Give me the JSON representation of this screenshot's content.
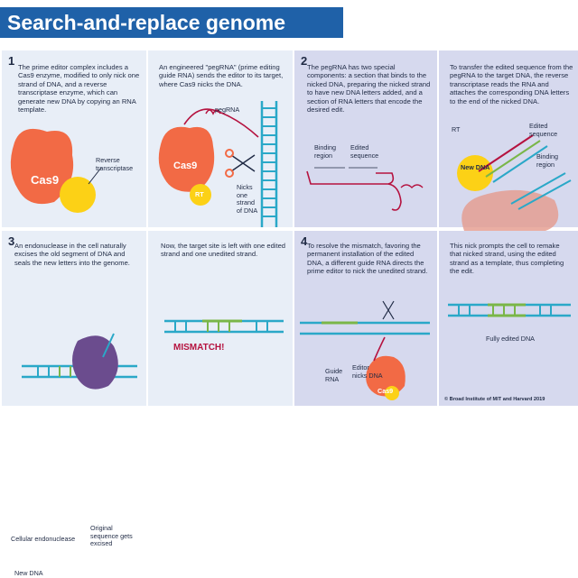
{
  "title": "Search-and-replace genome editing",
  "panels": {
    "p1": {
      "number": "1",
      "text": "The prime editor complex includes a Cas9 enzyme, modified to only nick one strand of DNA, and a reverse transcriptase enzyme, which can generate new DNA by copying an RNA template.",
      "cas9": "Cas9",
      "rt_label": "Reverse transcriptase"
    },
    "p1b": {
      "text": "An engineered \"pegRNA\" (prime editing guide RNA) sends the editor to its target, where Cas9 nicks the DNA.",
      "pegrna": "pegRNA",
      "cas9": "Cas9",
      "rt": "RT",
      "nicks": "Nicks one strand of DNA"
    },
    "p2": {
      "number": "2",
      "text": "The pegRNA has two special components: a section that binds to the nicked DNA, preparing the nicked strand to have new DNA letters added, and a section of RNA letters that encode the desired edit.",
      "binding": "Binding region",
      "edited": "Edited sequence"
    },
    "p2b": {
      "text": "To transfer the edited sequence from the pegRNA to the target DNA, the reverse transcriptase reads the RNA and attaches the corresponding DNA letters to the end of the nicked DNA.",
      "rt": "RT",
      "edited": "Edited sequence",
      "binding": "Binding region",
      "newdna": "New DNA"
    },
    "p3": {
      "number": "3",
      "text": "An endonuclease in the cell naturally excises the old segment of DNA and seals the new letters into the genome.",
      "cellular": "Cellular endonuclease",
      "original": "Original sequence gets excised",
      "newdna": "New DNA"
    },
    "p3b": {
      "text": "Now, the target site is left with one edited strand and one unedited strand.",
      "mismatch": "MISMATCH!"
    },
    "p4": {
      "number": "4",
      "text": "To resolve the mismatch, favoring the permanent installation of the edited DNA, a different guide RNA directs the prime editor to nick the unedited strand.",
      "editor": "Editor nicks DNA",
      "guide": "Guide RNA",
      "cas9": "Cas9"
    },
    "p4b": {
      "text": "This nick prompts the cell to remake that nicked strand, using the edited strand as a template, thus completing the edit.",
      "fully": "Fully edited DNA"
    }
  },
  "copyright": "© Broad Institute of MIT and Harvard 2019",
  "colors": {
    "title_bg": "#1f61a8",
    "cas9": "#f26a45",
    "rt": "#fcd116",
    "dna": "#2aa8c8",
    "rna": "#b5123f",
    "edited": "#7ab648",
    "endonuclease": "#6b4c8e"
  }
}
